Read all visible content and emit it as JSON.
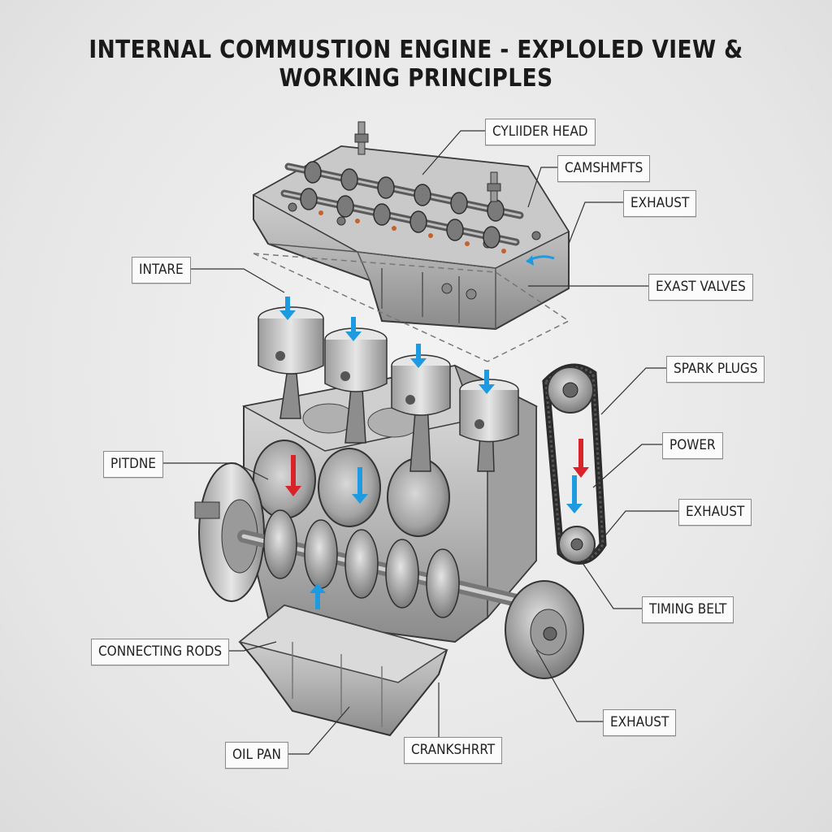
{
  "title": "INTERNAL COMMUSTION ENGINE - EXPLOLED VIEW & WORKING PRINCIPLES",
  "labels": {
    "cylinder_head": "CYLIIDER HEAD",
    "camshafts": "CAMSHMFTS",
    "exhaust_top": "EXHAUST",
    "exhaust_valves": "EXAST VALVES",
    "intake": "INTARE",
    "spark_plugs": "SPARK PLUGS",
    "power": "POWER",
    "exhaust_mid": "EXHAUST",
    "pistons": "PITDNE",
    "timing_belt": "TIMING BELT",
    "connecting_rods": "CONNECTING RODS",
    "exhaust_bottom": "EXHAUST",
    "oil_pan": "OIL PAN",
    "crankshaft": "CRANKSHRRT"
  },
  "colors": {
    "metal_light": "#d4d4d4",
    "metal_mid": "#a9a9a9",
    "metal_dark": "#6e6e6e",
    "outline": "#3a3a3a",
    "arrow_blue": "#1e9be0",
    "arrow_red": "#d8232a",
    "belt": "#2b2b2b"
  }
}
